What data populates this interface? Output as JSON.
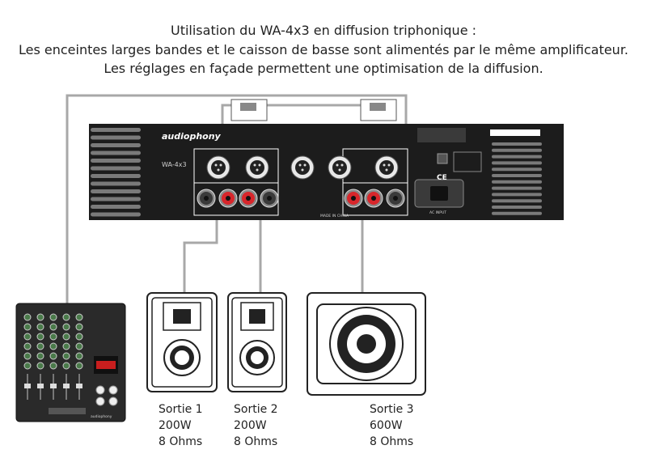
{
  "caption": {
    "line1": "Utilisation du WA-4x3 en diffusion triphonique :",
    "line2": "Les enceintes larges bandes et le caisson de basse sont alimentés par le même amplificateur.",
    "line3": "Les réglages en façade permettent une optimisation de la diffusion."
  },
  "amplifier": {
    "brand": "audiophony",
    "model": "WA-4x3",
    "ce_mark": "CE",
    "power_label": "AC INPUT",
    "made_in": "MADE IN CHINA"
  },
  "mixer": {
    "brand": "audiophony"
  },
  "outputs": [
    {
      "name": "Sortie 1",
      "power": "200W",
      "impedance": "8 Ohms"
    },
    {
      "name": "Sortie 2",
      "power": "200W",
      "impedance": "8 Ohms"
    },
    {
      "name": "Sortie 3",
      "power": "600W",
      "impedance": "8 Ohms"
    }
  ],
  "colors": {
    "cable": "#a8a8a8",
    "device_body": "#1c1c1c",
    "speaker_terminal": "#d8262b",
    "vent": "#7a7a7a"
  }
}
